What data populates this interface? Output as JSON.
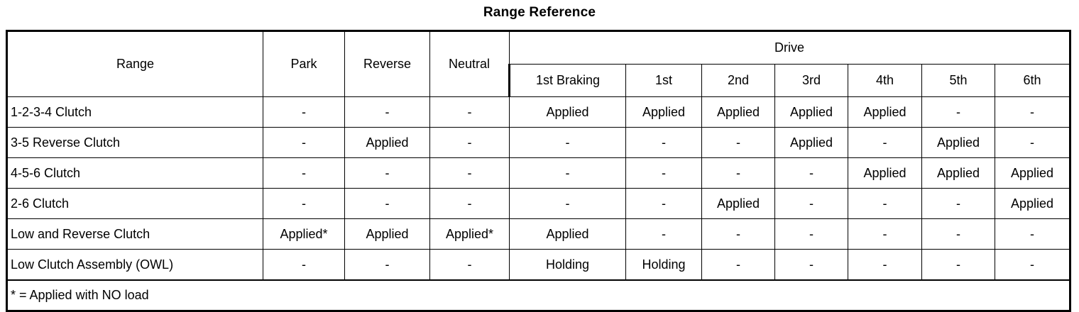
{
  "title": "Range Reference",
  "table": {
    "group_header": {
      "range_label": "Range",
      "park_label": "Park",
      "reverse_label": "Reverse",
      "neutral_label": "Neutral",
      "drive_label": "Drive"
    },
    "drive_subcolumns": [
      "1st Braking",
      "1st",
      "2nd",
      "3rd",
      "4th",
      "5th",
      "6th"
    ],
    "columns": [
      "Range",
      "Park",
      "Reverse",
      "Neutral",
      "1st Braking",
      "1st",
      "2nd",
      "3rd",
      "4th",
      "5th",
      "6th"
    ],
    "rows": [
      {
        "label": "1-2-3-4 Clutch",
        "values": [
          "-",
          "-",
          "-",
          "Applied",
          "Applied",
          "Applied",
          "Applied",
          "Applied",
          "-",
          "-"
        ]
      },
      {
        "label": "3-5 Reverse Clutch",
        "values": [
          "-",
          "Applied",
          "-",
          "-",
          "-",
          "-",
          "Applied",
          "-",
          "Applied",
          "-"
        ]
      },
      {
        "label": "4-5-6 Clutch",
        "values": [
          "-",
          "-",
          "-",
          "-",
          "-",
          "-",
          "-",
          "Applied",
          "Applied",
          "Applied"
        ]
      },
      {
        "label": "2-6 Clutch",
        "values": [
          "-",
          "-",
          "-",
          "-",
          "-",
          "Applied",
          "-",
          "-",
          "-",
          "Applied"
        ]
      },
      {
        "label": "Low and Reverse Clutch",
        "values": [
          "Applied*",
          "Applied",
          "Applied*",
          "Applied",
          "-",
          "-",
          "-",
          "-",
          "-",
          "-"
        ]
      },
      {
        "label": "Low Clutch Assembly (OWL)",
        "values": [
          "-",
          "-",
          "-",
          "Holding",
          "Holding",
          "-",
          "-",
          "-",
          "-",
          "-"
        ]
      }
    ],
    "footnote": "* = Applied with NO load"
  },
  "colors": {
    "border": "#000000",
    "text": "#000000",
    "background": "#ffffff"
  }
}
